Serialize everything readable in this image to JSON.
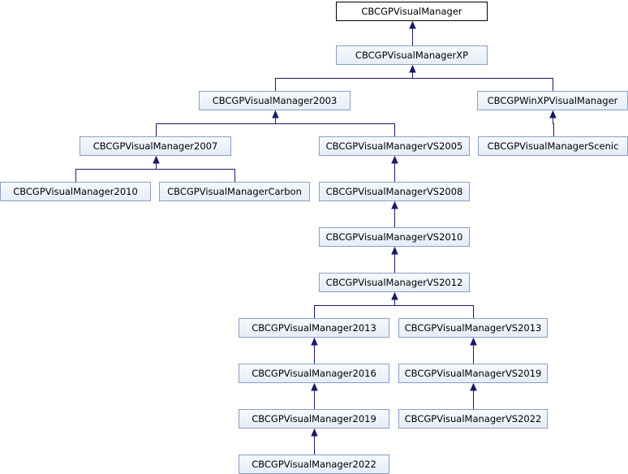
{
  "diagram": {
    "type": "class-inheritance",
    "nodes": {
      "visual_manager": "CBCGPVisualManager",
      "visual_manager_xp": "CBCGPVisualManagerXP",
      "visual_manager_2003": "CBCGPVisualManager2003",
      "winxp_visual_manager": "CBCGPWinXPVisualManager",
      "visual_manager_2007": "CBCGPVisualManager2007",
      "visual_manager_vs2005": "CBCGPVisualManagerVS2005",
      "visual_manager_scenic": "CBCGPVisualManagerScenic",
      "visual_manager_2010": "CBCGPVisualManager2010",
      "visual_manager_carbon": "CBCGPVisualManagerCarbon",
      "visual_manager_vs2008": "CBCGPVisualManagerVS2008",
      "visual_manager_vs2010": "CBCGPVisualManagerVS2010",
      "visual_manager_vs2012": "CBCGPVisualManagerVS2012",
      "visual_manager_2013": "CBCGPVisualManager2013",
      "visual_manager_vs2013": "CBCGPVisualManagerVS2013",
      "visual_manager_2016": "CBCGPVisualManager2016",
      "visual_manager_vs2019": "CBCGPVisualManagerVS2019",
      "visual_manager_2019": "CBCGPVisualManager2019",
      "visual_manager_vs2022": "CBCGPVisualManagerVS2022",
      "visual_manager_2022": "CBCGPVisualManager2022"
    },
    "edges": [
      {
        "from": "visual_manager_xp",
        "to": "visual_manager"
      },
      {
        "from": "visual_manager_2003",
        "to": "visual_manager_xp"
      },
      {
        "from": "winxp_visual_manager",
        "to": "visual_manager_xp"
      },
      {
        "from": "visual_manager_2007",
        "to": "visual_manager_2003"
      },
      {
        "from": "visual_manager_vs2005",
        "to": "visual_manager_2003"
      },
      {
        "from": "visual_manager_scenic",
        "to": "winxp_visual_manager"
      },
      {
        "from": "visual_manager_2010",
        "to": "visual_manager_2007"
      },
      {
        "from": "visual_manager_carbon",
        "to": "visual_manager_2007"
      },
      {
        "from": "visual_manager_vs2008",
        "to": "visual_manager_vs2005"
      },
      {
        "from": "visual_manager_vs2010",
        "to": "visual_manager_vs2008"
      },
      {
        "from": "visual_manager_vs2012",
        "to": "visual_manager_vs2010"
      },
      {
        "from": "visual_manager_2013",
        "to": "visual_manager_vs2012"
      },
      {
        "from": "visual_manager_vs2013",
        "to": "visual_manager_vs2012"
      },
      {
        "from": "visual_manager_2016",
        "to": "visual_manager_2013"
      },
      {
        "from": "visual_manager_vs2019",
        "to": "visual_manager_vs2013"
      },
      {
        "from": "visual_manager_2019",
        "to": "visual_manager_2016"
      },
      {
        "from": "visual_manager_vs2022",
        "to": "visual_manager_vs2019"
      },
      {
        "from": "visual_manager_2022",
        "to": "visual_manager_2019"
      }
    ],
    "colors": {
      "edge": "#1a1a6b",
      "node_border": "#8a9ec4",
      "root_border": "#000000"
    }
  }
}
